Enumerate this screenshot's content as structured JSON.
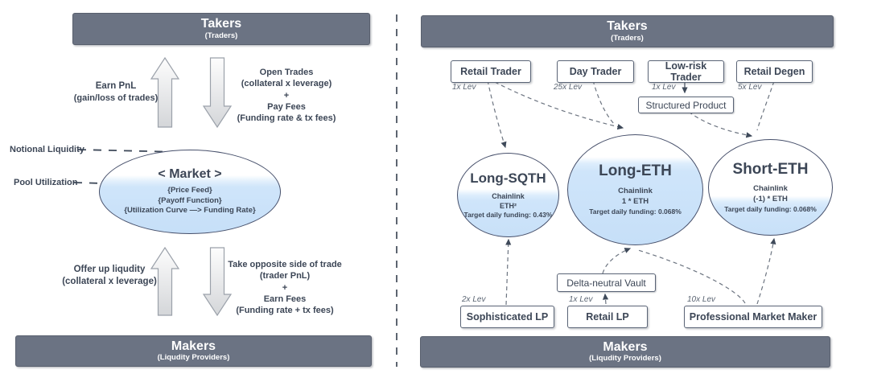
{
  "colors": {
    "bar_bg": "#6b7383",
    "fill_blue": "#cfe5fa",
    "text_dark": "#3c4656",
    "connector_gray": "#6c7480"
  },
  "left": {
    "takers": {
      "title": "Takers",
      "subtitle": "(Traders)"
    },
    "makers": {
      "title": "Makers",
      "subtitle": "(Liqudity Providers)"
    },
    "earn_pnl": {
      "line1": "Earn PnL",
      "line2": "(gain/loss of trades)"
    },
    "open_trades": {
      "line1": "Open Trades",
      "line2": "(collateral x leverage)",
      "line3": "+",
      "line4": "Pay Fees",
      "line5": "(Funding rate & tx fees)"
    },
    "notional_liquidity_label": "Notional Liquidity",
    "pool_utilization_label": "Pool Utilization",
    "market": {
      "title": "< Market >",
      "line1": "{Price Feed}",
      "line2": "{Payoff Function}",
      "line3": "{Utilization Curve —> Funding Rate}"
    },
    "offer_liquidity": {
      "line1": "Offer up liqudity",
      "line2": "(collateral  x leverage)"
    },
    "take_opposite": {
      "line1": "Take opposite side of trade",
      "line2": "(trader PnL)",
      "line3": "+",
      "line4": "Earn Fees",
      "line5": "(Funding rate + tx fees)"
    }
  },
  "right": {
    "takers": {
      "title": "Takers",
      "subtitle": "(Traders)"
    },
    "makers": {
      "title": "Makers",
      "subtitle": "(Liqudity Providers)"
    },
    "taker_boxes": [
      {
        "label": "Retail Trader",
        "lev": "1x Lev"
      },
      {
        "label": "Day Trader",
        "lev": "25x Lev"
      },
      {
        "label": "Low-risk Trader",
        "lev": "1x Lev"
      },
      {
        "label": "Retail Degen",
        "lev": "5x Lev"
      }
    ],
    "structured_product": "Structured Product",
    "markets": [
      {
        "name": "Long-SQTH",
        "oracle": "Chainlink",
        "payoff": "ETH²",
        "funding": "Target daily funding: 0.43%"
      },
      {
        "name": "Long-ETH",
        "oracle": "Chainlink",
        "payoff": "1 * ETH",
        "funding": "Target daily funding: 0.068%"
      },
      {
        "name": "Short-ETH",
        "oracle": "Chainlink",
        "payoff": "(-1) * ETH",
        "funding": "Target daily funding: 0.068%"
      }
    ],
    "delta_neutral_vault": "Delta-neutral Vault",
    "maker_boxes": [
      {
        "label": "Sophisticated LP",
        "lev": "2x Lev"
      },
      {
        "label": "Retail LP",
        "lev": "1x Lev"
      },
      {
        "label": "Professional Market Maker",
        "lev": "10x Lev"
      }
    ]
  }
}
